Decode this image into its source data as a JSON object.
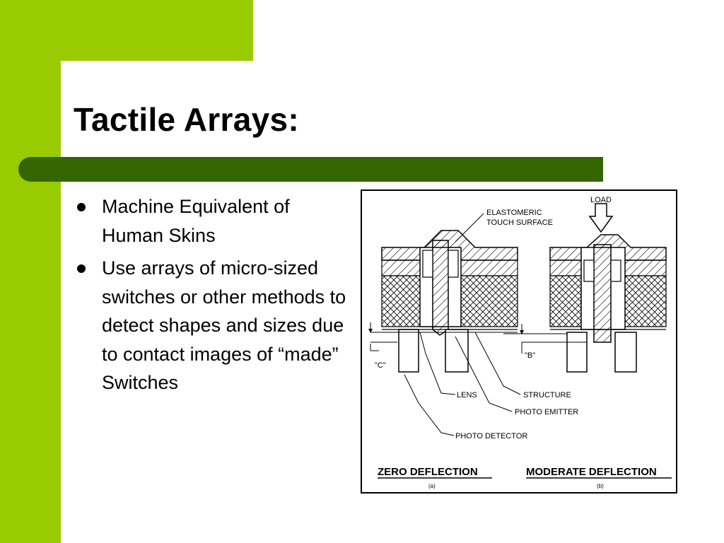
{
  "slide": {
    "title": "Tactile Arrays:",
    "bullets": [
      "Machine Equivalent of Human Skins",
      "Use arrays of micro-sized switches or other methods to detect shapes and sizes due to contact images of “made” Switches"
    ]
  },
  "figure": {
    "labels": {
      "load": "LOAD",
      "elastomeric_1": "ELASTOMERIC",
      "elastomeric_2": "TOUCH SURFACE",
      "b": "\"B\"",
      "c": "\"C\"",
      "lens": "LENS",
      "structure": "STRUCTURE",
      "photo_emitter": "PHOTO EMITTER",
      "photo_detector": "PHOTO DETECTOR"
    },
    "captions": {
      "zero": "ZERO DEFLECTION",
      "zero_sub": "(a)",
      "moderate": "MODERATE DEFLECTION",
      "moderate_sub": "(b)"
    }
  },
  "colors": {
    "accent_light_green": "#99cc00",
    "accent_dark_green": "#336600"
  }
}
